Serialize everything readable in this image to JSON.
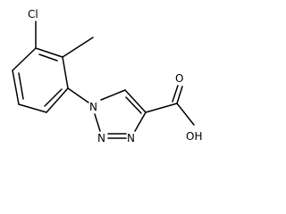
{
  "molecule": {
    "atoms": {
      "chlorine": "Cl",
      "triazole_n1": "N",
      "triazole_n2": "N",
      "triazole_n3": "N",
      "carbonyl_o": "O",
      "hydroxyl": "OH"
    },
    "colors": {
      "bond": "#000000",
      "label": "#000000",
      "background": "#ffffff"
    }
  }
}
